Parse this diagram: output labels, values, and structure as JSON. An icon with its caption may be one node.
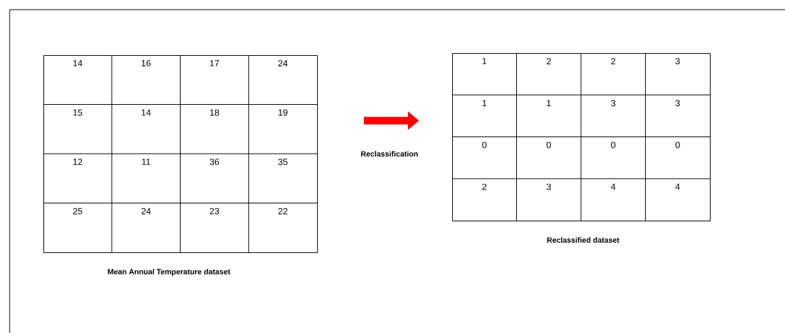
{
  "diagram": {
    "nodes": [
      {
        "text": [
          "14",
          "16",
          "17",
          "24",
          "15",
          "14",
          "18",
          "19",
          "12",
          "11",
          "36",
          "35",
          "25",
          "24",
          "23",
          "22"
        ],
        "beside": [
          "Mean Annual Temperature dataset"
        ]
      },
      {
        "text": [
          "1",
          "2",
          "2",
          "3",
          "1",
          "1",
          "3",
          "3",
          "0",
          "0",
          "0",
          "0",
          "2",
          "3",
          "4",
          "4"
        ],
        "beside": [
          "Reclassified dataset"
        ]
      }
    ],
    "edges": [
      {
        "from": 0,
        "to": 1,
        "arrow": "to",
        "label": "Reclassification",
        "color": "#ff0000"
      }
    ]
  }
}
